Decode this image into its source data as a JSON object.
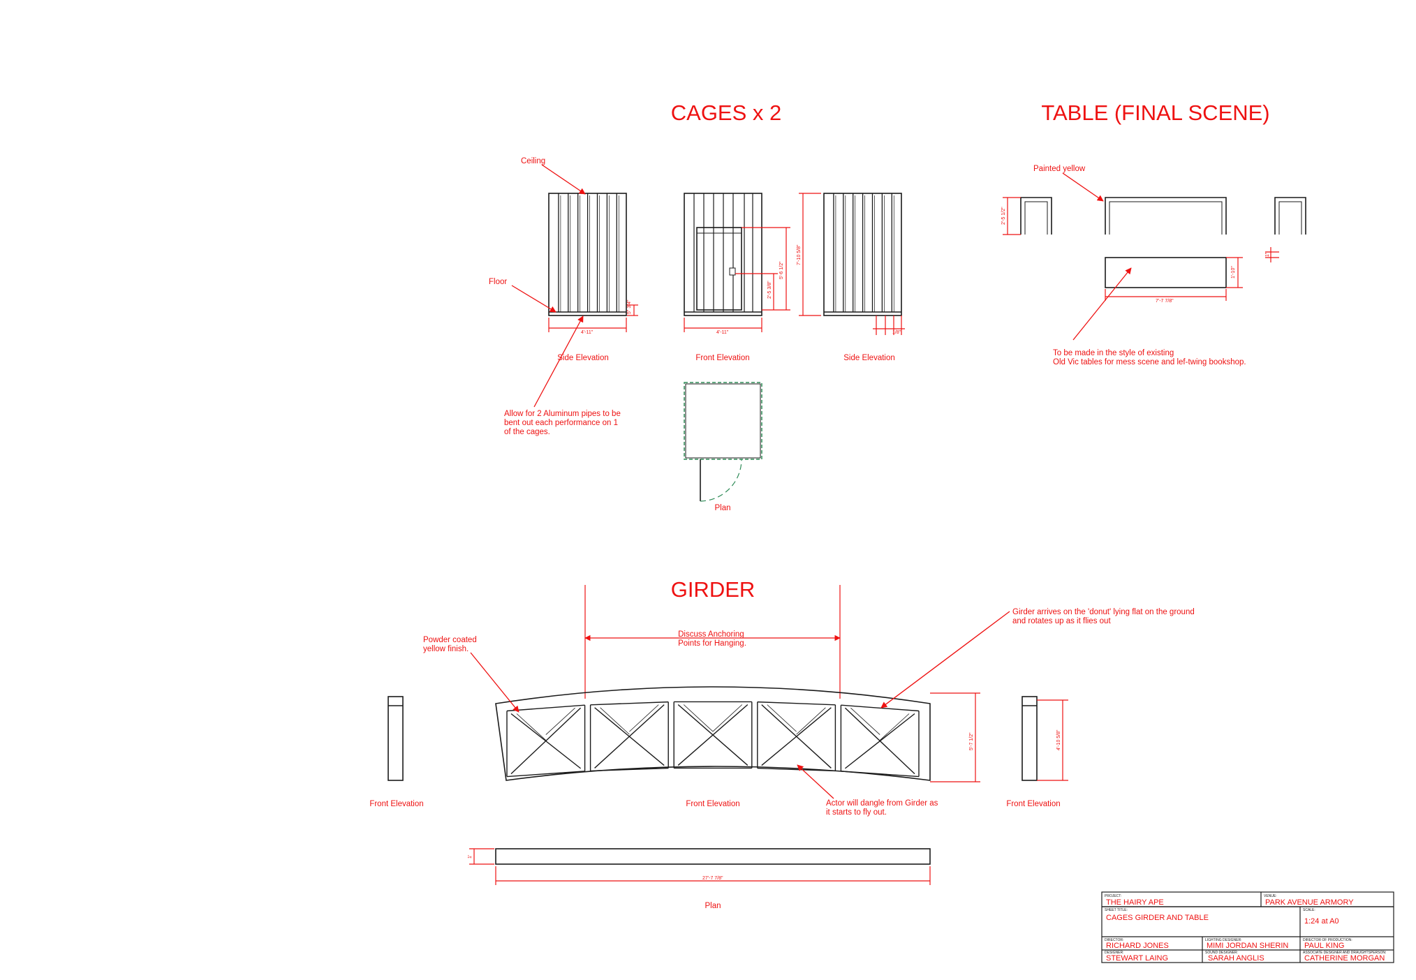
{
  "titles": {
    "cages": "CAGES x 2",
    "table": "TABLE (FINAL SCENE)",
    "girder": "GIRDER"
  },
  "cages": {
    "labels": {
      "ceiling": "Ceiling",
      "floor": "Floor",
      "pipes_note": [
        "Allow for 2 Aluminum pipes to be",
        "bent out each performance on 1",
        "of the cages."
      ]
    },
    "captions": {
      "side_left": "Side Elevation",
      "front": "Front Elevation",
      "side_right": "Side Elevation",
      "plan": "Plan"
    },
    "dims": {
      "side_width": "4'-11\"",
      "base_height": "5\" 3/4\"",
      "front_width": "4'-11\"",
      "door_height": "5'-6 1/2\"",
      "lock_height": "2'-5 3/8\"",
      "total_height": "7'-10 5/8\"",
      "side_gap": "1/8\""
    }
  },
  "table": {
    "labels": {
      "painted": "Painted yellow",
      "note": [
        "To be made in the style of existing",
        "Old Vic tables for mess scene and lef-twing bookshop."
      ]
    },
    "dims": {
      "height": "2'-5 1/2\"",
      "end_gap": "1\"",
      "depth": "1'-10\"",
      "length": "7'-7 7/8\""
    }
  },
  "girder": {
    "labels": {
      "anchoring": [
        "Discuss Anchoring",
        "Points for Hanging."
      ],
      "powder": [
        "Powder coated",
        "yellow finish."
      ],
      "arrives": [
        "Girder arrives on the 'donut' lying flat on the ground",
        "and rotates up as it flies out"
      ],
      "actor": [
        "Actor will dangle from Girder as",
        "it starts to fly out."
      ]
    },
    "captions": {
      "left": "Front Elevation",
      "center": "Front Elevation",
      "right": "Front Elevation",
      "plan": "Plan"
    },
    "dims": {
      "height": "5'-7 1/2\"",
      "end_height": "4'-10 5/8\"",
      "plan_depth": "1'",
      "plan_length": "27'-7 7/8\""
    }
  },
  "title_block": {
    "project_label": "PROJECT:",
    "project": "THE HAIRY APE",
    "venue_label": "VENUE:",
    "venue": "PARK AVENUE ARMORY",
    "sheet_label": "SHEET TITLE:",
    "sheet": "CAGES GIRDER AND TABLE",
    "scale_label": "SCALE:",
    "scale": "1:24 at A0",
    "director_label": "DIRECTOR:",
    "director": "RICHARD JONES",
    "lighting_label": "LIGHTING DESIGNER:",
    "lighting": "MIMI JORDAN SHERIN",
    "production_label": "DIRECTOR OF PRODUCTION:",
    "production": "PAUL KING",
    "designer_label": "DESIGNER:",
    "designer": "STEWART LAING",
    "sound_label": "SOUND DESIGNER:",
    "sound": "SARAH ANGLIS",
    "associate_label": "ASSOCIATE DESIGNER AND DRAUGHTSPERSON:",
    "associate": "CATHERINE MORGAN"
  },
  "colors": {
    "annotation": "#ee1111",
    "linework": "#1a1a1a",
    "plan_dash": "#2e8b57"
  }
}
